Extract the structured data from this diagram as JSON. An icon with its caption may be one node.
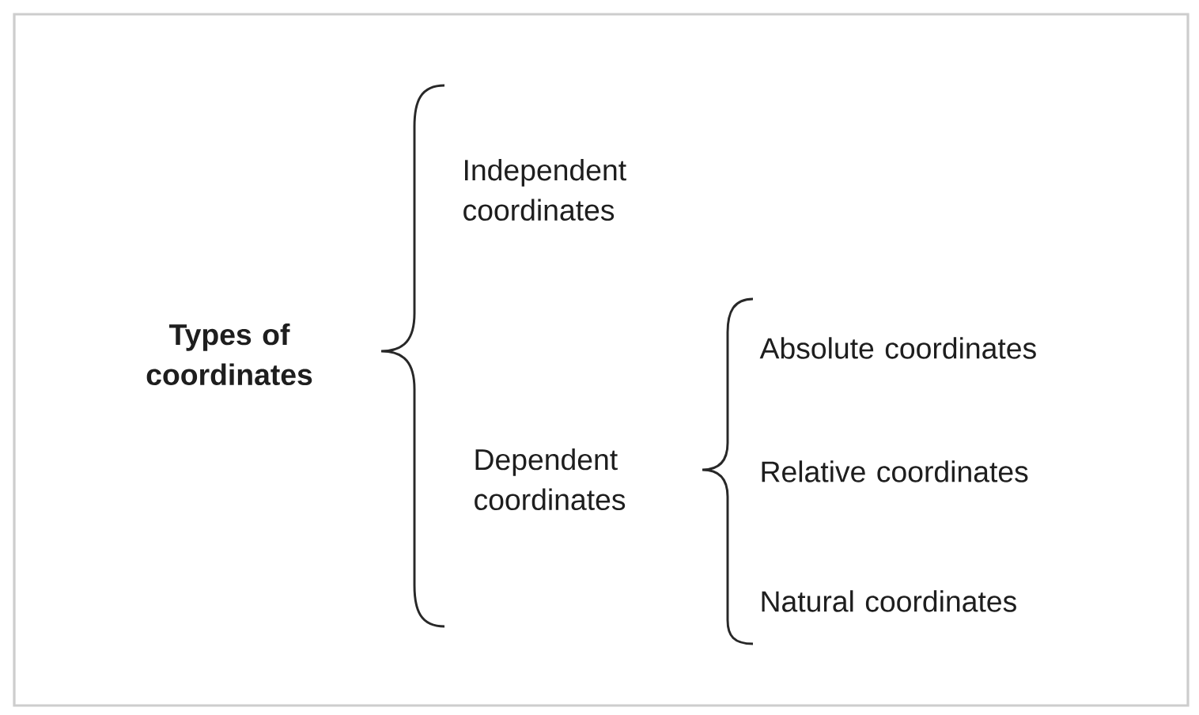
{
  "diagram": {
    "labels": [
      "Types of coordinates",
      "Independent coordinates",
      "Dependent coordinates",
      "Absolute coordinates",
      "Relative coordinates",
      "Natural coordinates"
    ]
  }
}
